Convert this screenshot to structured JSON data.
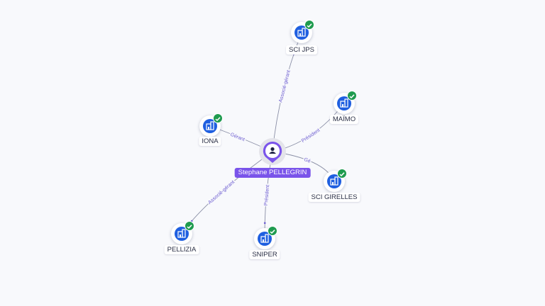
{
  "center": {
    "name": "Stephane PELLEGRIN",
    "icon": "person-icon",
    "color": "#7a54ea"
  },
  "companies": [
    {
      "name": "SCI JPS",
      "icon": "building-icon",
      "verified_icon": "check-icon"
    },
    {
      "name": "MAÏMO",
      "icon": "building-icon",
      "verified_icon": "check-icon"
    },
    {
      "name": "IONA",
      "icon": "building-icon",
      "verified_icon": "check-icon"
    },
    {
      "name": "SCI GIRELLES",
      "icon": "building-icon",
      "verified_icon": "check-icon"
    },
    {
      "name": "PELLIZIA",
      "icon": "building-icon",
      "verified_icon": "check-icon"
    },
    {
      "name": "SNIPER",
      "icon": "building-icon",
      "verified_icon": "check-icon"
    }
  ],
  "links": [
    {
      "to": "SCI JPS",
      "role": "Associé-gérant"
    },
    {
      "to": "MAÏMO",
      "role": "Président"
    },
    {
      "to": "IONA",
      "role": "Gérant"
    },
    {
      "to": "SCI GIRELLES",
      "role": "Gé"
    },
    {
      "to": "PELLIZIA",
      "role": "Associé-gérant"
    },
    {
      "to": "SNIPER",
      "role": "Président"
    }
  ],
  "colors": {
    "edge": "#8a8fa6",
    "edge_label": "#6b5bd0",
    "company": "#1f5fe0",
    "verified": "#1f9b4f"
  }
}
